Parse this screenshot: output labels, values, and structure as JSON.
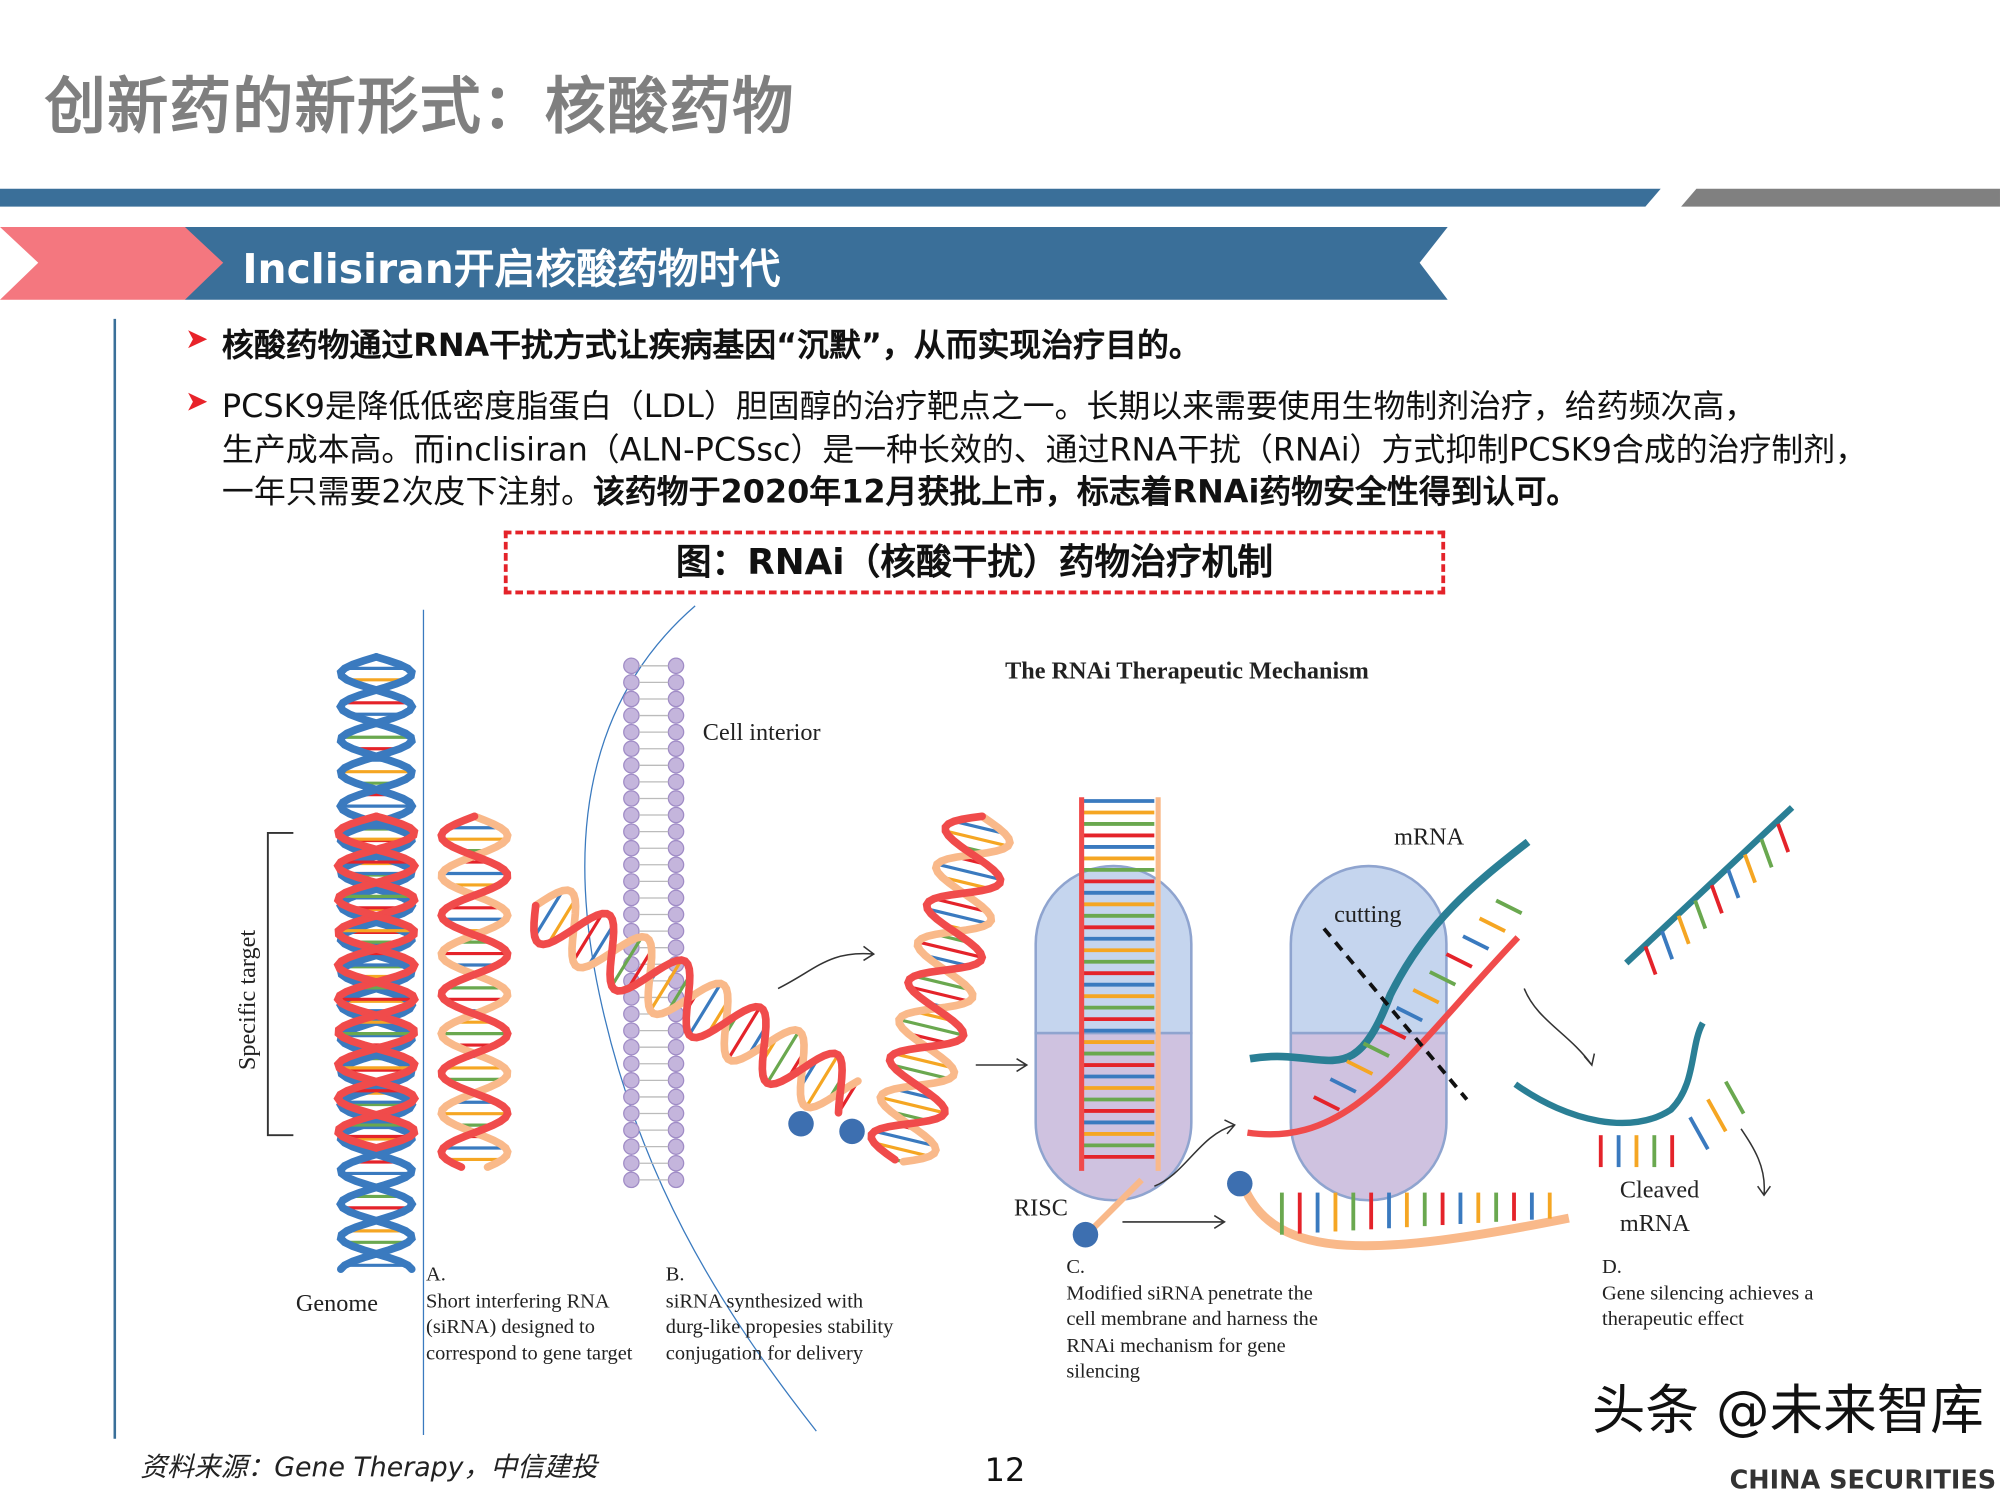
{
  "slide": {
    "title": "创新药的新形式：核酸药物",
    "section_header": "Inclisiran开启核酸药物时代",
    "bullets": [
      {
        "text": "核酸药物通过RNA干扰方式让疾病基因“沉默”，从而实现治疗目的。"
      },
      {
        "line1": "PCSK9是降低低密度脂蛋白（LDL）胆固醇的治疗靶点之一。长期以来需要使用生物制剂治疗，给药频次高，",
        "line2": "生产成本高。而inclisiran（ALN-PCSsc）是一种长效的、通过RNA干扰（RNAi）方式抑制PCSK9合成的治疗制剂，",
        "line3_normal": "一年只需要2次皮下注射。",
        "line3_bold": "该药物于2020年12月获批上市，标志着RNAi药物安全性得到认可。"
      }
    ],
    "figure_caption": "图：RNAi（核酸干扰）药物治疗机制",
    "source": "资料来源：Gene Therapy，中信建投",
    "page_number": "12",
    "watermark": "头条 @未来智库",
    "watermark_logo": "CHINA SECURITIES"
  },
  "diagram": {
    "title": "The RNAi Therapeutic Mechanism",
    "labels": {
      "cell_interior": "Cell interior",
      "specific_target": "Specific target",
      "genome": "Genome",
      "mrna": "mRNA",
      "cutting": "cutting",
      "risc": "RISC",
      "cleaved1": "Cleaved",
      "cleaved2": "mRNA"
    },
    "steps": [
      {
        "letter": "A.",
        "lines": [
          "Short interfering  RNA",
          "(siRNA) designed to",
          "correspond to gene target"
        ]
      },
      {
        "letter": "B.",
        "lines": [
          "siRNA synthesized  with",
          "durg-like  propesies  stability",
          "conjugation   for delivery"
        ]
      },
      {
        "letter": "C.",
        "lines": [
          "Modified  siRNA penetrate the",
          "cell membrane and  harness the",
          "RNAi  mechanism  for gene",
          "silencing"
        ]
      },
      {
        "letter": "D.",
        "lines": [
          "Gene silencing achieves  a",
          "therapeutic effect"
        ]
      }
    ]
  },
  "colors": {
    "accent_blue": "#3a6f99",
    "accent_red": "#e4232a",
    "arrow_pink": "#f4777f",
    "title_grey": "#7f7f7f"
  }
}
